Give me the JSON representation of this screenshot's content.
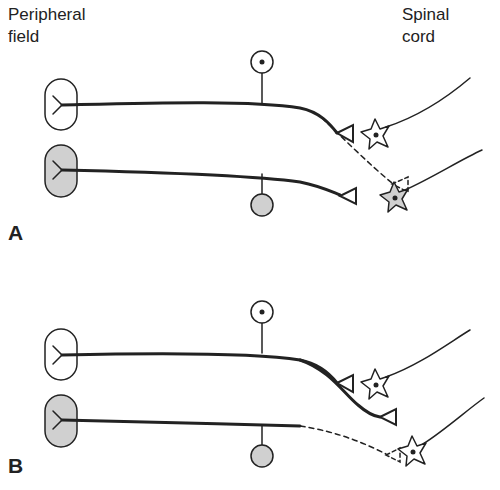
{
  "diagram": {
    "labels": [
      "Peripheral field",
      "Spinal cord",
      "A",
      "B"
    ]
  }
}
